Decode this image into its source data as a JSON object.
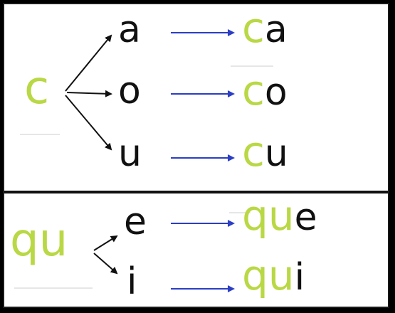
{
  "colors": {
    "green": "#b9d845",
    "blue": "#2b3ec4",
    "black": "#111111",
    "frame": "#000000"
  },
  "top_group": {
    "source": "c",
    "rows": [
      {
        "vowel": "a",
        "result_prefix": "c",
        "result_vowel": "a"
      },
      {
        "vowel": "o",
        "result_prefix": "c",
        "result_vowel": "o"
      },
      {
        "vowel": "u",
        "result_prefix": "c",
        "result_vowel": "u"
      }
    ]
  },
  "bottom_group": {
    "source": "qu",
    "rows": [
      {
        "vowel": "e",
        "result_prefix": "qu",
        "result_vowel": "e"
      },
      {
        "vowel": "i",
        "result_prefix": "qu",
        "result_vowel": "i"
      }
    ]
  }
}
